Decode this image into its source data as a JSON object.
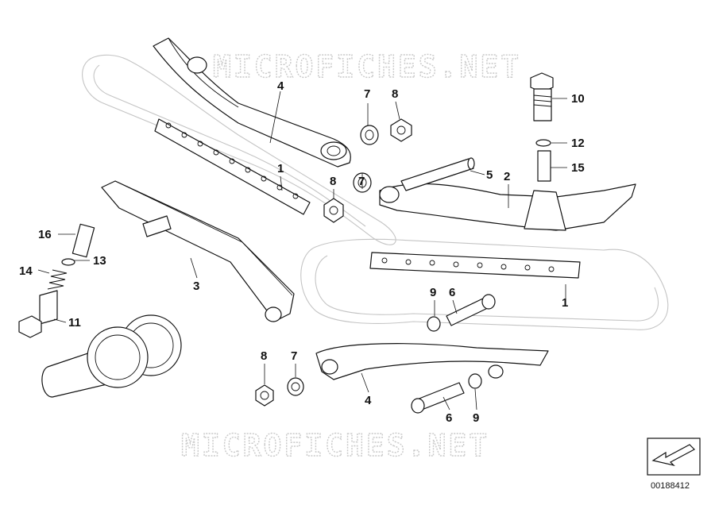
{
  "watermark_top": "MICROFICHES.NET",
  "watermark_bottom": "MICROFICHES.NET",
  "diagram_ref": "00188412",
  "callouts": [
    {
      "id": "c4a",
      "label": "4"
    },
    {
      "id": "c7a",
      "label": "7"
    },
    {
      "id": "c8a",
      "label": "8"
    },
    {
      "id": "c10",
      "label": "10"
    },
    {
      "id": "c12",
      "label": "12"
    },
    {
      "id": "c15",
      "label": "15"
    },
    {
      "id": "c1a",
      "label": "1"
    },
    {
      "id": "c8b",
      "label": "8"
    },
    {
      "id": "c7b",
      "label": "7"
    },
    {
      "id": "c5",
      "label": "5"
    },
    {
      "id": "c2",
      "label": "2"
    },
    {
      "id": "c16",
      "label": "16"
    },
    {
      "id": "c14",
      "label": "14"
    },
    {
      "id": "c13",
      "label": "13"
    },
    {
      "id": "c3",
      "label": "3"
    },
    {
      "id": "c11",
      "label": "11"
    },
    {
      "id": "c9a",
      "label": "9"
    },
    {
      "id": "c6a",
      "label": "6"
    },
    {
      "id": "c1b",
      "label": "1"
    },
    {
      "id": "c8c",
      "label": "8"
    },
    {
      "id": "c7c",
      "label": "7"
    },
    {
      "id": "c4b",
      "label": "4"
    },
    {
      "id": "c6b",
      "label": "6"
    },
    {
      "id": "c9b",
      "label": "9"
    }
  ]
}
